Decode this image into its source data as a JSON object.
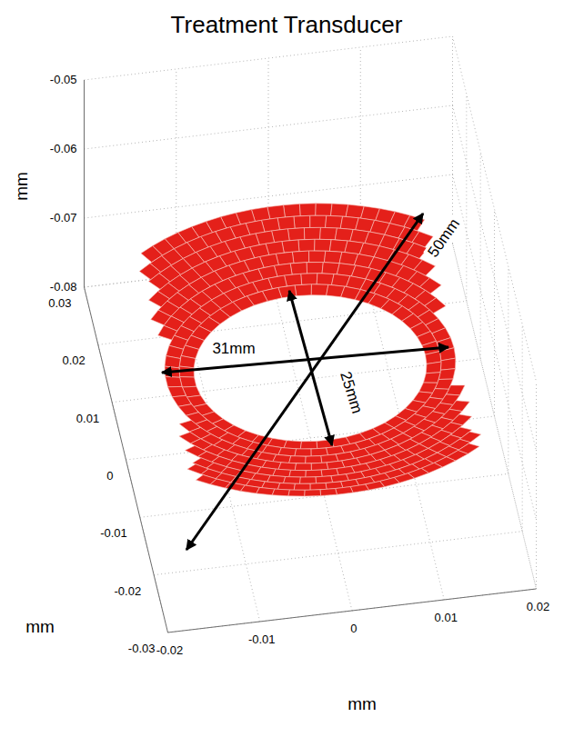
{
  "diagram": {
    "title": "Treatment Transducer",
    "labels": [
      "mm",
      "-0.05",
      "-0.06",
      "-0.07",
      "-0.08",
      "0.03",
      "0.02",
      "0.01",
      "0",
      "-0.01",
      "-0.02",
      "-0.03",
      "mm",
      "-0.02",
      "-0.01",
      "0",
      "0.01",
      "0.02",
      "mm",
      "50mm",
      "31mm",
      "25mm"
    ]
  }
}
